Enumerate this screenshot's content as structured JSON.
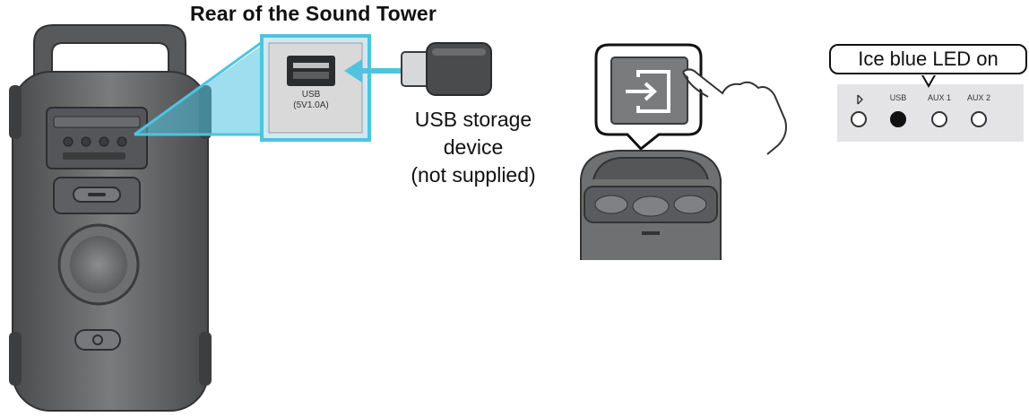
{
  "labels": {
    "rear_title": "Rear of the Sound Tower",
    "usb_device_line1": "USB storage",
    "usb_device_line2": "device",
    "usb_device_line3": "(not supplied)",
    "led_status": "Ice blue LED on"
  },
  "usb_port": {
    "label_line1": "USB",
    "label_line2": "(5V1.0A)"
  },
  "led_panel": {
    "indicators": [
      {
        "label": "",
        "on": false,
        "icon": "bluetooth-icon"
      },
      {
        "label": "USB",
        "on": true
      },
      {
        "label": "AUX 1",
        "on": false
      },
      {
        "label": "AUX 2",
        "on": false
      }
    ]
  },
  "colors": {
    "callout": "#4fc3e0",
    "device_body": "#6d6e70",
    "device_dark": "#3f4042"
  }
}
